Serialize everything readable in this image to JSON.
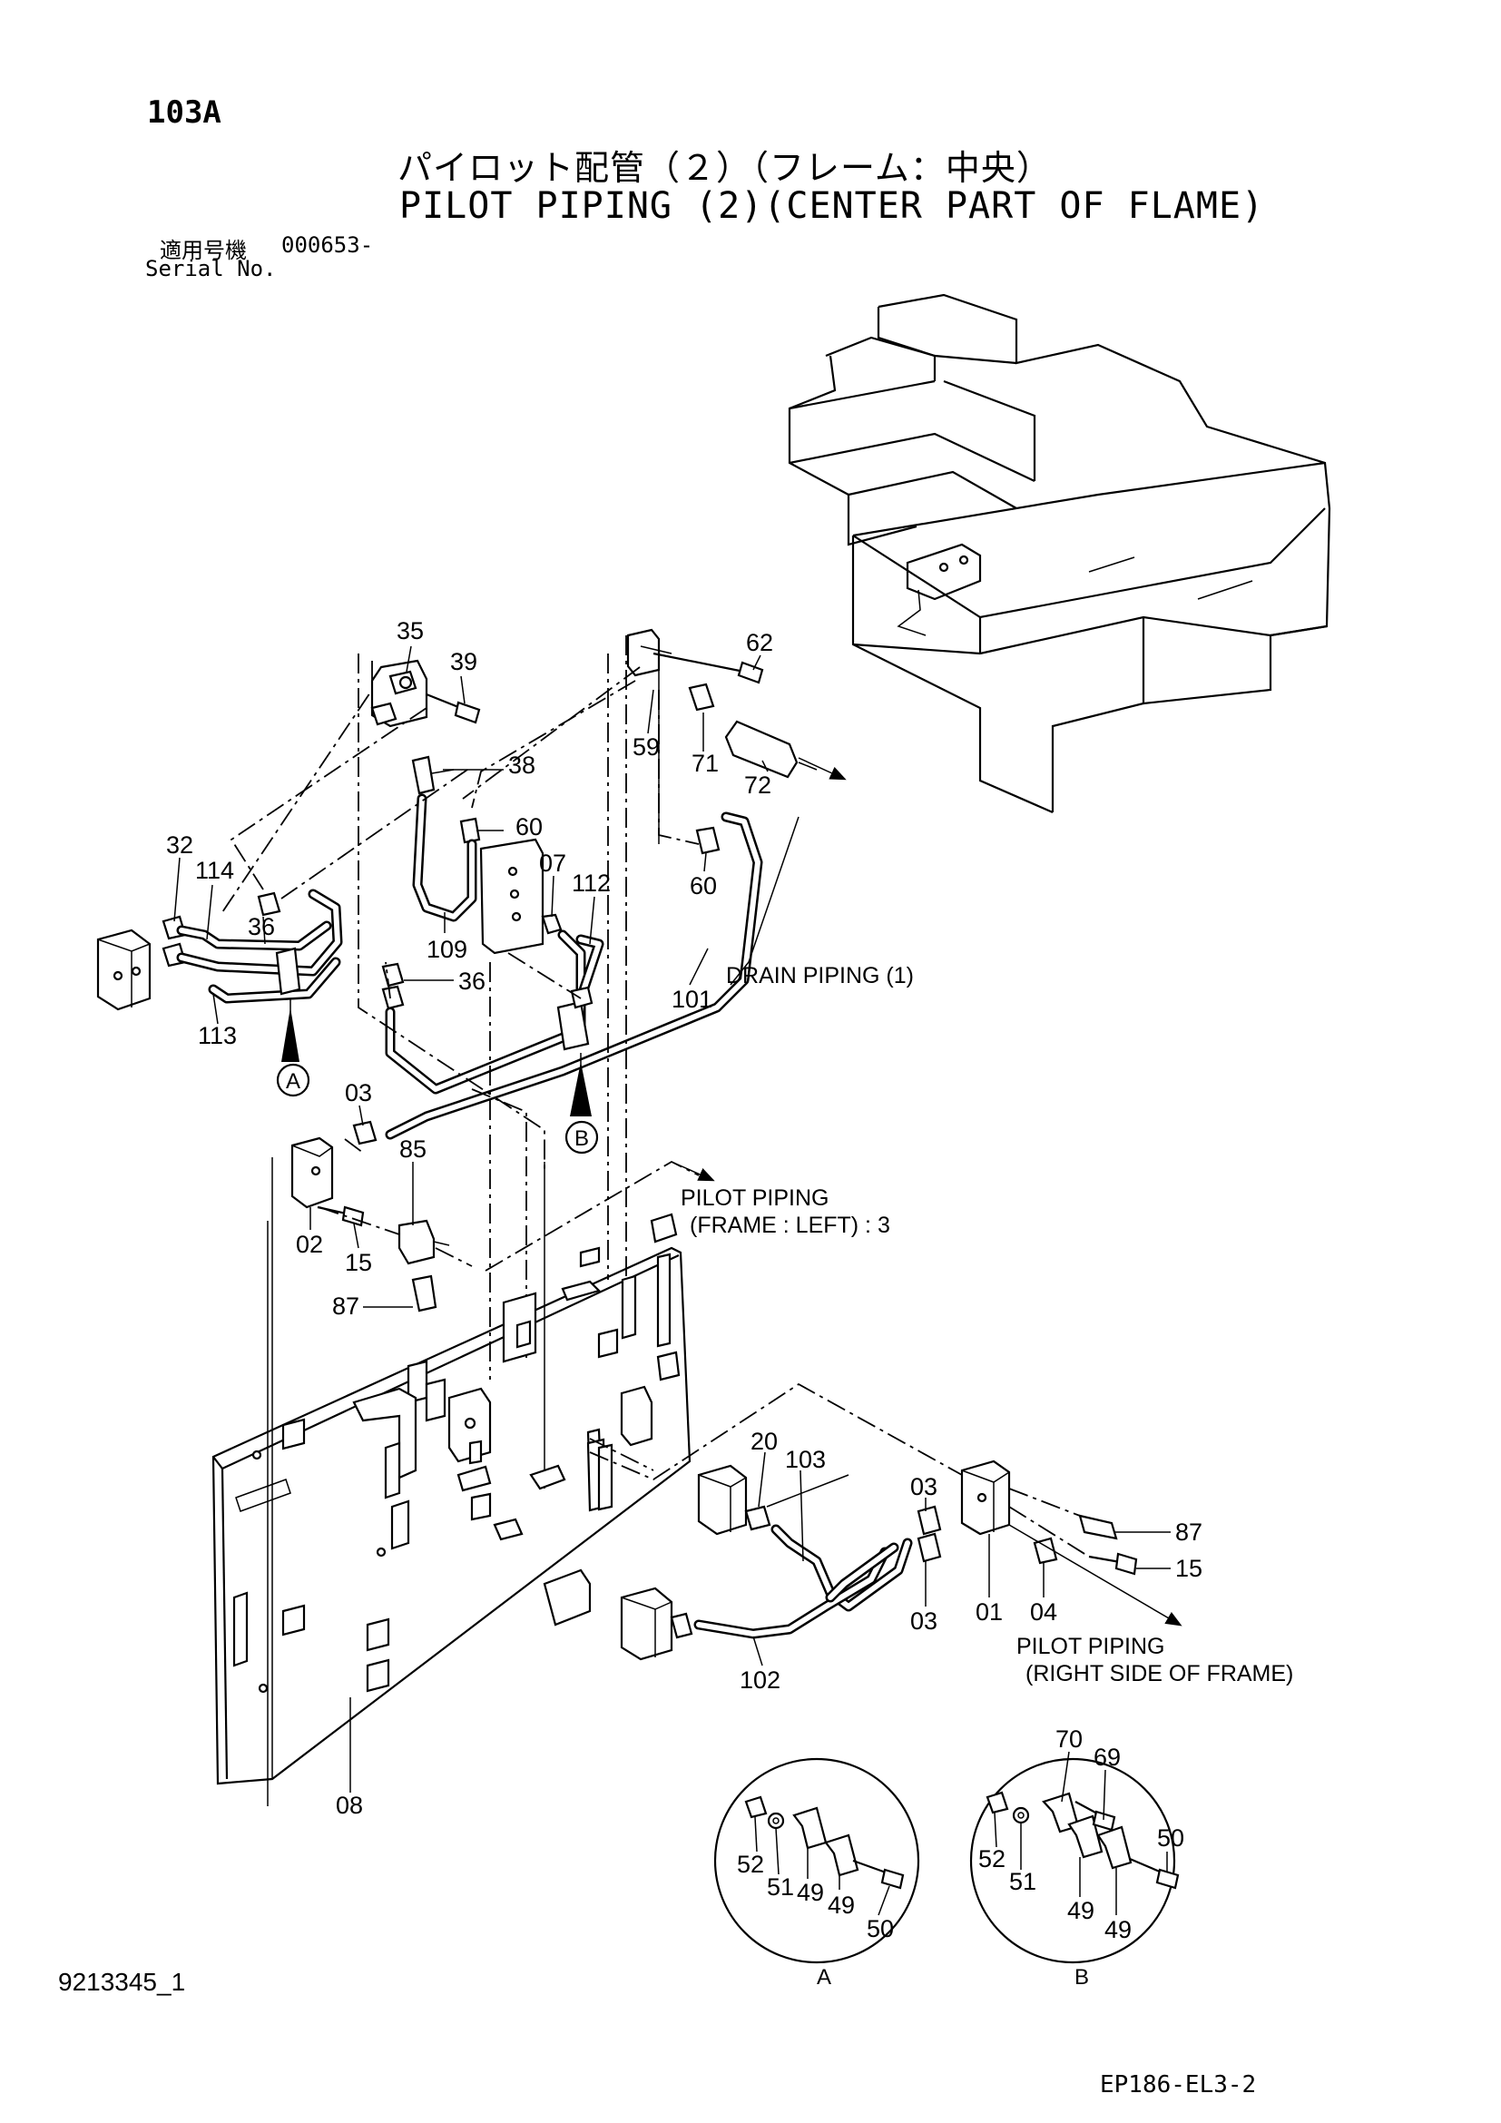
{
  "header": {
    "page_number": "103A",
    "title_jp": "パイロット配管（２）（フレーム：中央）",
    "title_en": "PILOT PIPING (2)(CENTER PART OF FLAME)",
    "serial_label_jp": "適用号機",
    "serial_number": "000653-",
    "serial_label_en": "Serial No."
  },
  "footer": {
    "drawing_number": "9213345_1",
    "sheet_code": "EP186-EL3-2"
  },
  "callouts": {
    "c35": "35",
    "c39": "39",
    "c38": "38",
    "c60a": "60",
    "c07": "07",
    "c112": "112",
    "c62": "62",
    "c59": "59",
    "c71": "71",
    "c72": "72",
    "c60b": "60",
    "c32": "32",
    "c114": "114",
    "c36a": "36",
    "c109": "109",
    "c36b": "36",
    "c113": "113",
    "c101": "101",
    "c03a": "03",
    "c85": "85",
    "c02": "02",
    "c15a": "15",
    "c87a": "87",
    "c20": "20",
    "c103": "103",
    "c03b": "03",
    "c03c": "03",
    "c01": "01",
    "c04": "04",
    "c87b": "87",
    "c15b": "15",
    "c102": "102",
    "c08": "08",
    "c52a": "52",
    "c51a": "51",
    "c49a": "49",
    "c49b": "49",
    "c50a": "50",
    "c70": "70",
    "c69": "69",
    "c52b": "52",
    "c51b": "51",
    "c49c": "49",
    "c49d": "49",
    "c50b": "50"
  },
  "view_markers": {
    "a": "A",
    "b": "B"
  },
  "detail_labels": {
    "a": "A",
    "b": "B"
  },
  "references": {
    "drain_piping": "DRAIN PIPING (1)",
    "pilot_left_1": "PILOT PIPING",
    "pilot_left_2": "(FRAME : LEFT) : 3",
    "pilot_right_1": "PILOT PIPING",
    "pilot_right_2": "(RIGHT SIDE OF FRAME)"
  }
}
